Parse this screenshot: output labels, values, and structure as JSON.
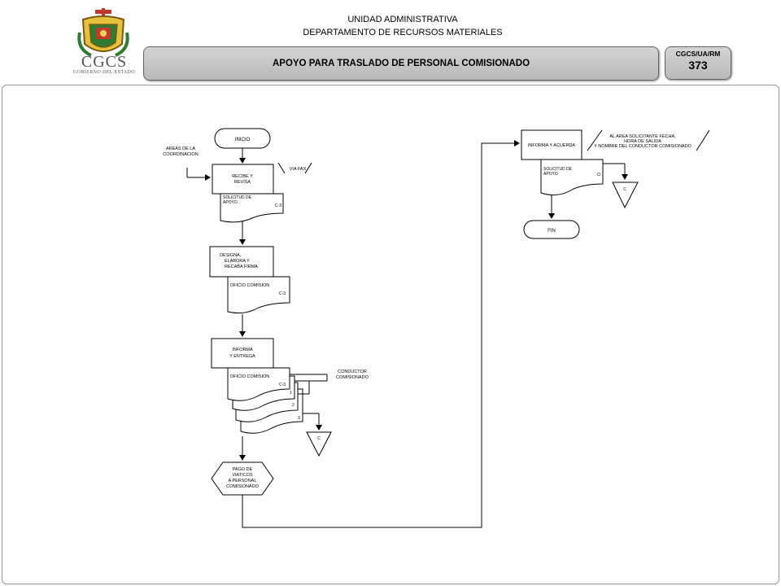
{
  "header": {
    "line1": "UNIDAD ADMINISTRATIVA",
    "line2": "DEPARTAMENTO DE RECURSOS MATERIALES",
    "title": "APOYO PARA TRASLADO DE PERSONAL COMISIONADO",
    "code": "CGCS/UA/RM",
    "number": "373"
  },
  "logo": {
    "text_big": "CGCS",
    "text_small": "GOBIERNO DEL ESTADO"
  },
  "flow": {
    "inicio": "INICIO",
    "areas": [
      "AREAS DE LA",
      "COORDINACION"
    ],
    "recibe": [
      "RECIBE Y",
      "REVISA"
    ],
    "via_fax": "VIA FAX",
    "doc1": [
      "SOLICITUD DE",
      "APOYO"
    ],
    "doc1_code": "C-3",
    "designa": [
      "DESIGNA,",
      "ELABORA Y",
      "RECABA FIRMA"
    ],
    "doc2": "OFICIO COMISION",
    "doc2_code": "C-3",
    "informa": [
      "INFORMA",
      "Y ENTREGA"
    ],
    "doc3": "OFICIO COMISION",
    "doc3_code": "C-3",
    "copies": [
      "1",
      "2",
      "3"
    ],
    "conductor": [
      "CONDUCTOR",
      "COMISIONADO"
    ],
    "archive1": "C",
    "pago": [
      "PAGO DE",
      "VIATICOS",
      "A PERSONAL",
      "COMISIONADO"
    ],
    "informa_acuerda": "INFORMA Y ACUERDA",
    "note": [
      "AL AREA SOLICITANTE FECHA,",
      "HORA DE SALIDA",
      "Y NOMBRE DEL CONDUCTOR COMISIONADO"
    ],
    "doc4": [
      "SOLICITUD DE",
      "APOYO"
    ],
    "doc4_code": "O",
    "archive2": "C",
    "fin": "FIN"
  }
}
